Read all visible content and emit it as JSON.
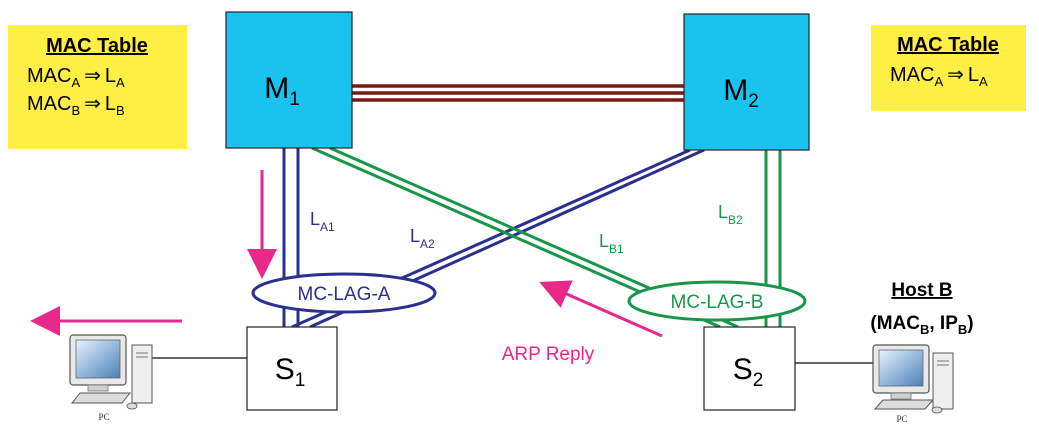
{
  "colors": {
    "switch_fill": "#19c3f0",
    "table_fill": "#ffee44",
    "blue_link": "#2b2f8f",
    "green_link": "#19964a",
    "interlink": "#7a1a12",
    "arrow": "#e8288a"
  },
  "mac_table_left": {
    "title": "MAC Table",
    "row1": {
      "mac": "MAC",
      "mac_sub": "A",
      "arrow": "⇒",
      "port": "L",
      "port_sub": "A"
    },
    "row2": {
      "mac": "MAC",
      "mac_sub": "B",
      "arrow": "⇒",
      "port": "L",
      "port_sub": "B"
    }
  },
  "mac_table_right": {
    "title": "MAC Table",
    "row1": {
      "mac": "MAC",
      "mac_sub": "A",
      "arrow": "⇒",
      "port": "L",
      "port_sub": "A"
    }
  },
  "switches": {
    "m1": {
      "name": "M",
      "sub": "1"
    },
    "m2": {
      "name": "M",
      "sub": "2"
    },
    "s1": {
      "name": "S",
      "sub": "1"
    },
    "s2": {
      "name": "S",
      "sub": "2"
    }
  },
  "links": {
    "la1": {
      "name": "L",
      "sub": "A1"
    },
    "la2": {
      "name": "L",
      "sub": "A2"
    },
    "lb1": {
      "name": "L",
      "sub": "B1"
    },
    "lb2": {
      "name": "L",
      "sub": "B2"
    }
  },
  "lags": {
    "a": "MC-LAG-A",
    "b": "MC-LAG-B"
  },
  "arp_reply": "ARP Reply",
  "host_b": {
    "title": "Host B",
    "open": "(MAC",
    "mac_sub": "B",
    "sep": ", IP",
    "ip_sub": "B",
    "close": ")"
  },
  "pcs": {
    "left": "PC",
    "right": "PC"
  },
  "icons": [
    "pc-icon",
    "arrow-icon"
  ]
}
